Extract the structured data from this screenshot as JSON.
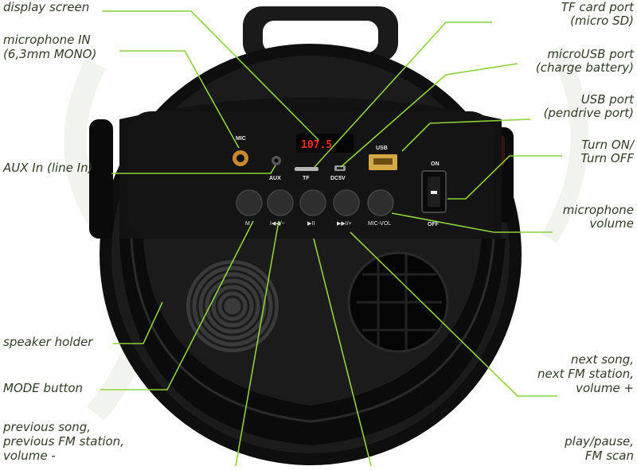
{
  "device": {
    "display_readout": "107.5",
    "panel_labels": {
      "mic": "MIC",
      "aux": "AUX",
      "tf": "TF",
      "dc": "DC5V",
      "usb": "USB",
      "on": "ON",
      "off": "OFF"
    },
    "buttons": [
      {
        "label": "M"
      },
      {
        "label": "I◀◀/−"
      },
      {
        "label": "▶II"
      },
      {
        "label": "▶▶I/+"
      },
      {
        "label": "MIC-VOL"
      }
    ]
  },
  "callouts": {
    "display_screen": "display screen",
    "microphone_in": [
      "microphone IN",
      "(6,3mm MONO)"
    ],
    "aux_in": "AUX In (line In)",
    "speaker_holder": "speaker holder",
    "mode_button": "MODE button",
    "previous": [
      "previous song,",
      "previous FM station,",
      "volume -"
    ],
    "tf_card": [
      "TF card port",
      "(micro SD)"
    ],
    "micro_usb": [
      "microUSB port",
      "(charge battery)"
    ],
    "usb_port": [
      "USB port",
      "(pendrive port)"
    ],
    "power": [
      "Turn ON/",
      "Turn OFF"
    ],
    "mic_volume": [
      "microphone",
      "volume"
    ],
    "next": [
      "next song,",
      "next FM station,",
      "volume +"
    ],
    "play_pause": [
      "play/pause,",
      "FM scan"
    ]
  },
  "colors": {
    "label_text": "#2f3d25",
    "leader_line": "#8fd13a",
    "display_led": "#ff2a1a",
    "body": "#141414"
  }
}
